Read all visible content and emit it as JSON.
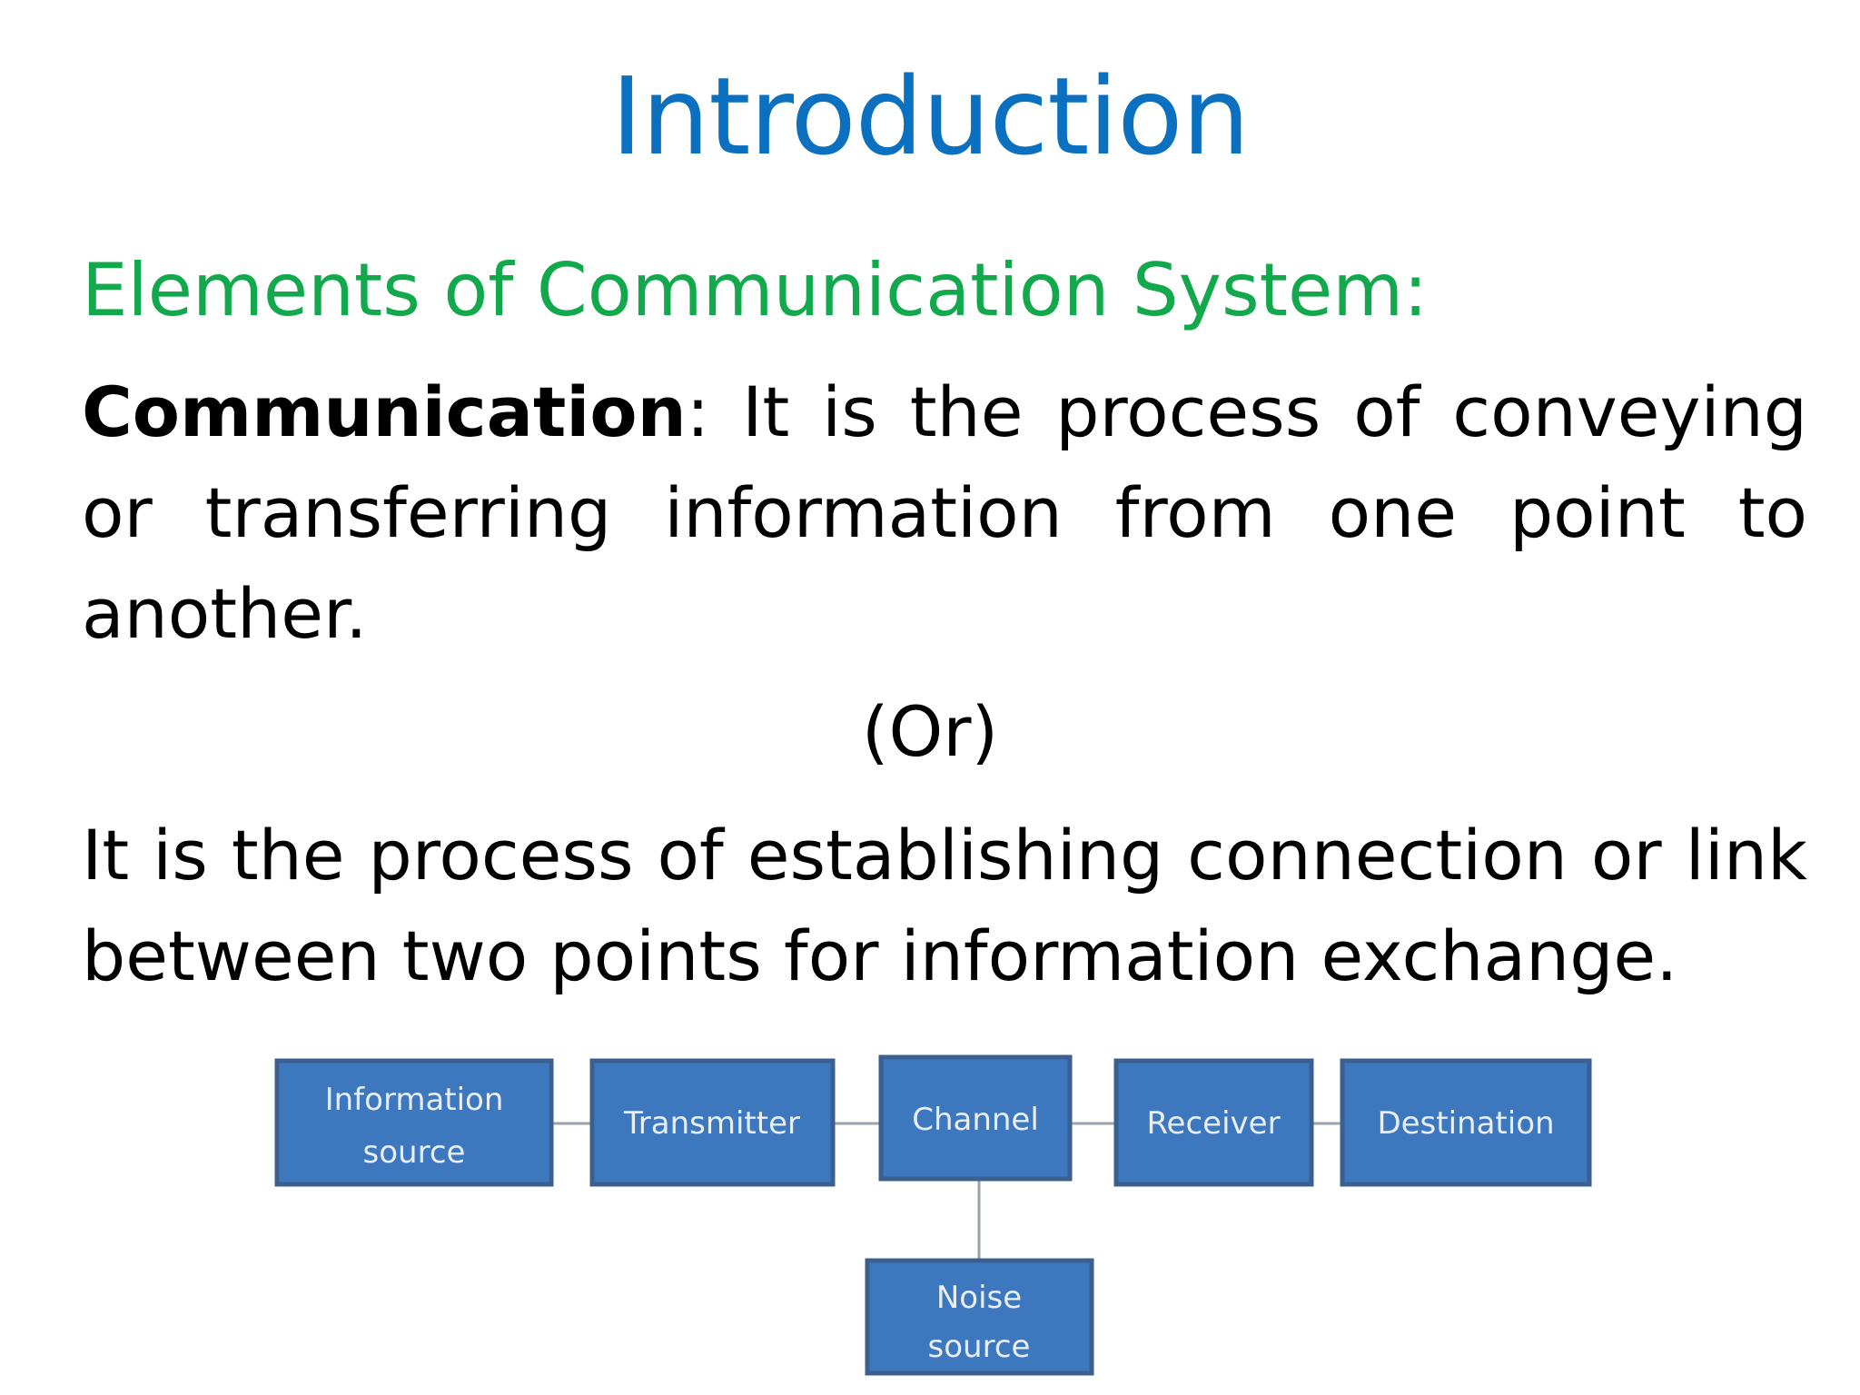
{
  "slide": {
    "title": "Introduction",
    "subtitle": "Elements of Communication System:",
    "definition_term": "Communication",
    "definition_text": ": It is the process of conveying or transferring information from one point to another.",
    "separator": "(Or)",
    "alternate_definition": "It is the process of establishing connection or link between two points for information exchange."
  },
  "diagram": {
    "blocks": [
      {
        "line1": "Information",
        "line2": "source"
      },
      {
        "line1": "Transmitter"
      },
      {
        "line1": "Channel"
      },
      {
        "line1": "Receiver"
      },
      {
        "line1": "Destination"
      },
      {
        "line1": "Noise",
        "line2": "source"
      }
    ]
  },
  "colors": {
    "title": "#0b70c0",
    "subtitle": "#12a84c",
    "block_fill": "#3d78bf",
    "block_text": "#e9eef6"
  }
}
